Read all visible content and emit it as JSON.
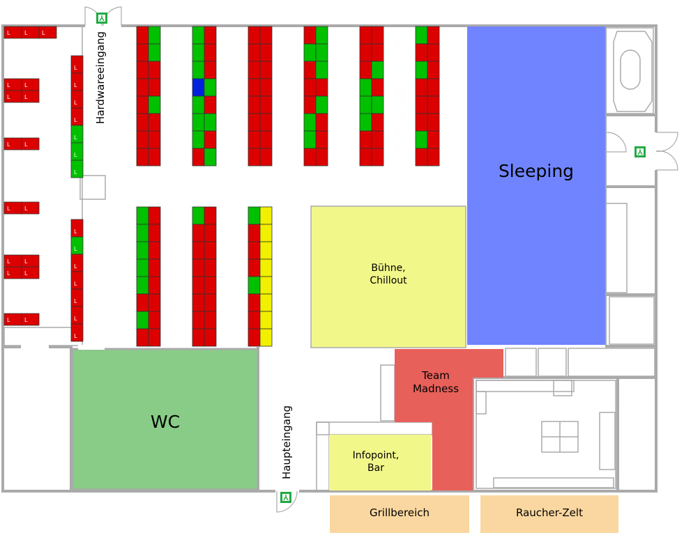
{
  "zones": {
    "sleeping": "Sleeping",
    "wc": "WC",
    "stage": "Bühne,\nChillout",
    "team": "Team\nMadness",
    "infopoint": "Infopoint,\nBar",
    "grill": "Grillbereich",
    "smoker": "Raucher-Zelt"
  },
  "entrances": {
    "hardware": "Hardwareeingang",
    "main": "Haupteingang"
  },
  "seat_label": "L",
  "seat_blocks": [
    {
      "name": "block-1",
      "cols": [
        [
          "red",
          "red",
          "red",
          "red",
          "red",
          "red",
          "red",
          "red"
        ],
        [
          "green",
          "green",
          "red",
          "red",
          "green",
          "red",
          "red",
          "red"
        ]
      ]
    },
    {
      "name": "block-2",
      "cols": [
        [
          "green",
          "green",
          "green",
          "red",
          "green",
          "green",
          "green",
          "red"
        ],
        [
          "red",
          "red",
          "red",
          "green",
          "red",
          "green",
          "red",
          "green"
        ]
      ]
    },
    {
      "name": "block-3",
      "cols": [
        [
          "red",
          "red",
          "red",
          "red",
          "red",
          "red",
          "red",
          "red"
        ],
        [
          "red",
          "red",
          "red",
          "red",
          "red",
          "red",
          "red",
          "red"
        ]
      ]
    },
    {
      "name": "block-4",
      "cols": [
        [
          "red",
          "green",
          "red",
          "red",
          "red",
          "green",
          "green",
          "red"
        ],
        [
          "green",
          "green",
          "green",
          "red",
          "green",
          "red",
          "red",
          "red"
        ]
      ]
    },
    {
      "name": "block-5",
      "cols": [
        [
          "red",
          "red",
          "red",
          "green",
          "green",
          "green",
          "red",
          "red"
        ],
        [
          "red",
          "red",
          "green",
          "red",
          "green",
          "red",
          "red",
          "red"
        ]
      ]
    },
    {
      "name": "block-6",
      "cols": [
        [
          "green",
          "red",
          "green",
          "red",
          "red",
          "red",
          "green",
          "red"
        ],
        [
          "red",
          "red",
          "red",
          "red",
          "red",
          "red",
          "red",
          "red"
        ]
      ]
    },
    {
      "name": "block-7",
      "cols": [
        [
          "green",
          "green",
          "green",
          "green",
          "green",
          "red",
          "green",
          "red"
        ],
        [
          "red",
          "red",
          "red",
          "red",
          "red",
          "red",
          "red",
          "red"
        ]
      ]
    },
    {
      "name": "block-8",
      "cols": [
        [
          "green",
          "red",
          "red",
          "red",
          "red",
          "red",
          "red",
          "red"
        ],
        [
          "red",
          "red",
          "red",
          "red",
          "red",
          "red",
          "red",
          "red"
        ]
      ]
    },
    {
      "name": "block-9",
      "cols": [
        [
          "green",
          "red",
          "red",
          "red",
          "green",
          "red",
          "red",
          "red"
        ],
        [
          "yellow",
          "yellow",
          "yellow",
          "yellow",
          "yellow",
          "yellow",
          "yellow",
          "yellow"
        ]
      ]
    }
  ],
  "special_seat": {
    "block": "block-2",
    "col": 0,
    "row": 3,
    "status": "blue"
  },
  "colors": {
    "red": "#dd0000",
    "green": "#00c000",
    "yellow": "#f0f000",
    "blue": "#0022dd",
    "sleeping": "#7084ff",
    "wc": "#88cc88",
    "stage": "#f2f78a",
    "team": "#e8605a",
    "infopoint": "#f2f78a",
    "outdoor": "#fad7a0",
    "wall": "#aaaaaa",
    "exit": "#22aa44"
  }
}
